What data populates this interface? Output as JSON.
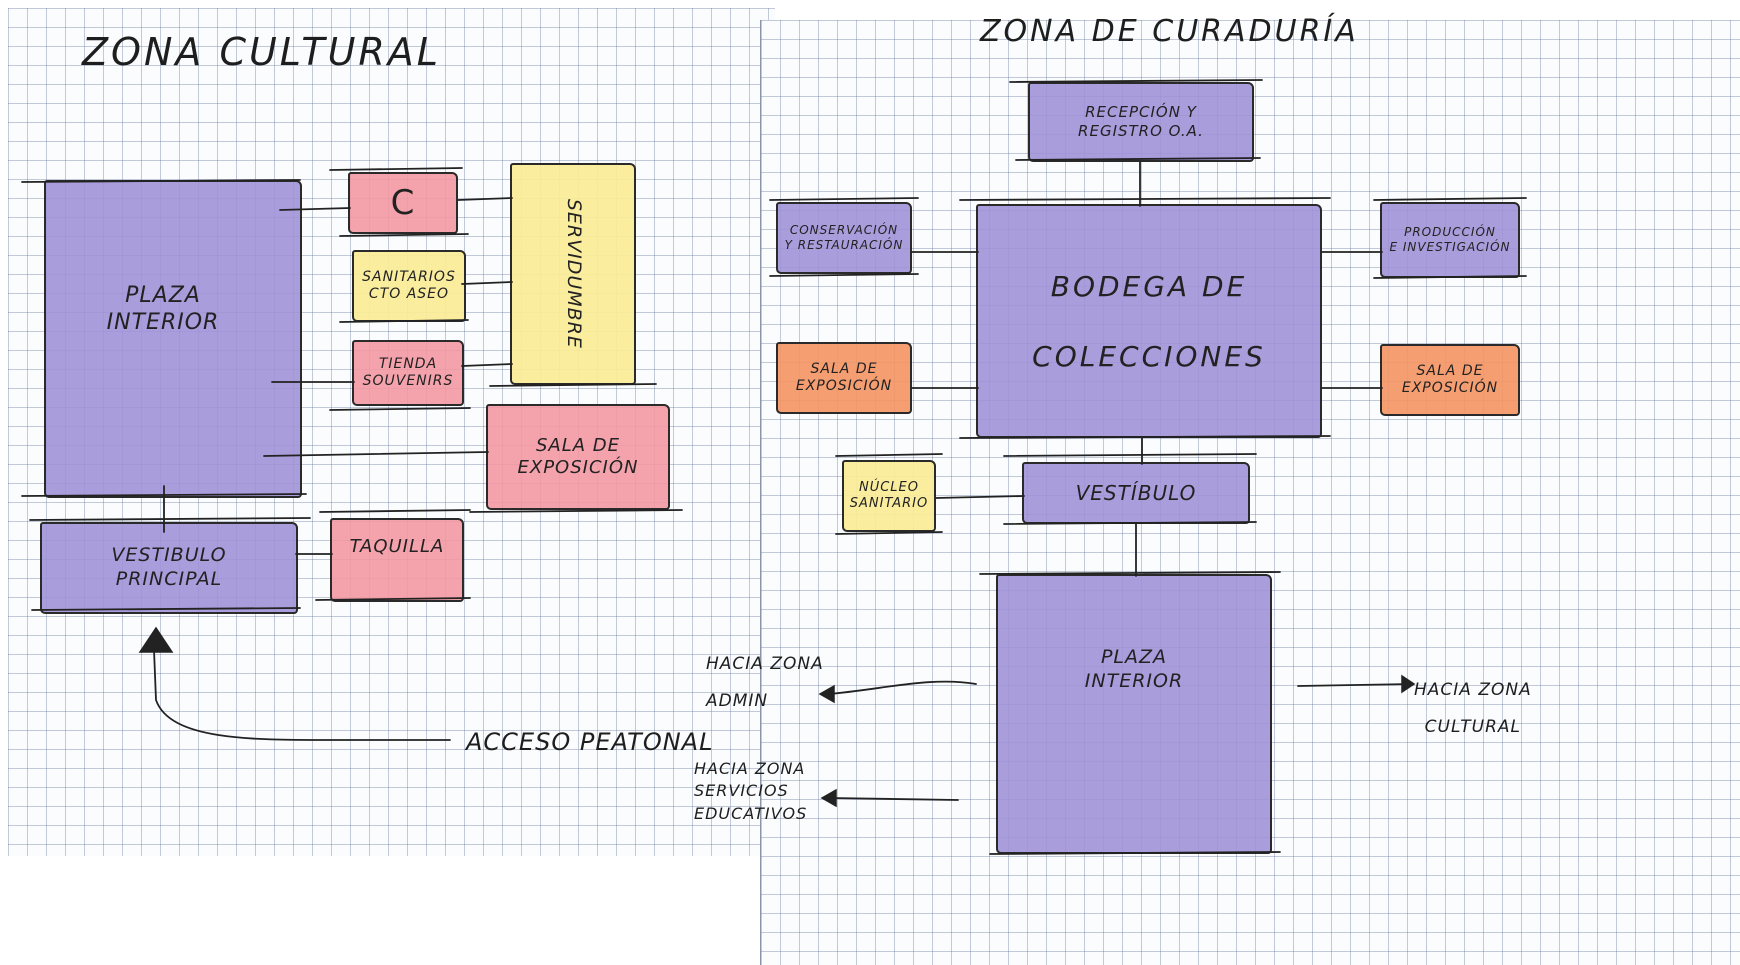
{
  "zones": {
    "cultural": {
      "title": "ZONA CULTURAL",
      "blocks": {
        "plaza": {
          "label": "PLAZA\nINTERIOR",
          "color": "#9d8fd6"
        },
        "vestibulo": {
          "label": "VESTIBULO\nPRINCIPAL",
          "color": "#9d8fd6"
        },
        "c": {
          "label": "C",
          "color": "#f296a0"
        },
        "sanitarios": {
          "label": "SANITARIOS\nCTO ASEO",
          "color": "#faeb96"
        },
        "tienda": {
          "label": "TIENDA\nSOUVENIRS",
          "color": "#f296a0"
        },
        "servidumbre": {
          "label": "SERVIDUMBRE",
          "color": "#faeb96"
        },
        "sala": {
          "label": "SALA DE\nEXPOSICIÓN",
          "color": "#f296a0"
        },
        "taquilla": {
          "label": "TAQUILLA",
          "color": "#f296a0"
        }
      },
      "acceso": "ACCESO PEATONAL"
    },
    "curaduria": {
      "title": "ZONA DE CURADURÍA",
      "blocks": {
        "recepcion": {
          "label": "RECEPCIÓN Y\nREGISTRO O.A.",
          "color": "#9d8fd6"
        },
        "conservacion": {
          "label": "CONSERVACIÓN\nY RESTAURACIÓN",
          "color": "#9d8fd6"
        },
        "bodega": {
          "label": "BODEGA DE\n\nCOLECCIONES",
          "color": "#9d8fd6"
        },
        "produccion": {
          "label": "PRODUCCIÓN\nE INVESTIGACIÓN",
          "color": "#9d8fd6"
        },
        "sala_left": {
          "label": "SALA DE\nEXPOSICIÓN",
          "color": "#f49462"
        },
        "sala_right": {
          "label": "SALA DE\nEXPOSICIÓN",
          "color": "#f49462"
        },
        "nucleo": {
          "label": "NÚCLEO\nSANITARIO",
          "color": "#faeb96"
        },
        "vestibulo": {
          "label": "VESTÍBULO",
          "color": "#9d8fd6"
        },
        "plaza": {
          "label": "PLAZA\nINTERIOR",
          "color": "#9d8fd6"
        }
      },
      "notes": {
        "admin": "HACIA ZONA\nADMIN",
        "servicios": "HACIA ZONA\nSERVICIOS\nEDUCATIVOS",
        "cultural": "HACIA ZONA\nCULTURAL"
      }
    }
  }
}
